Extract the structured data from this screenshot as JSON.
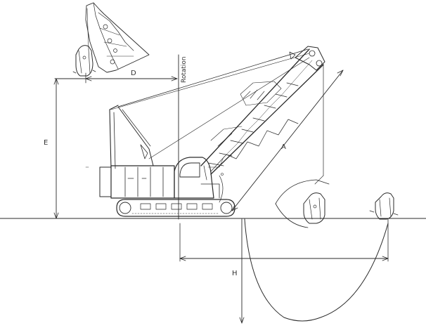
{
  "labels": {
    "rotation": "Rotation",
    "D": "D",
    "E": "E",
    "A": "A",
    "H": "H"
  },
  "colors": {
    "line": "#2a2a2a",
    "light": "#7a7a7a",
    "background": "#ffffff"
  }
}
